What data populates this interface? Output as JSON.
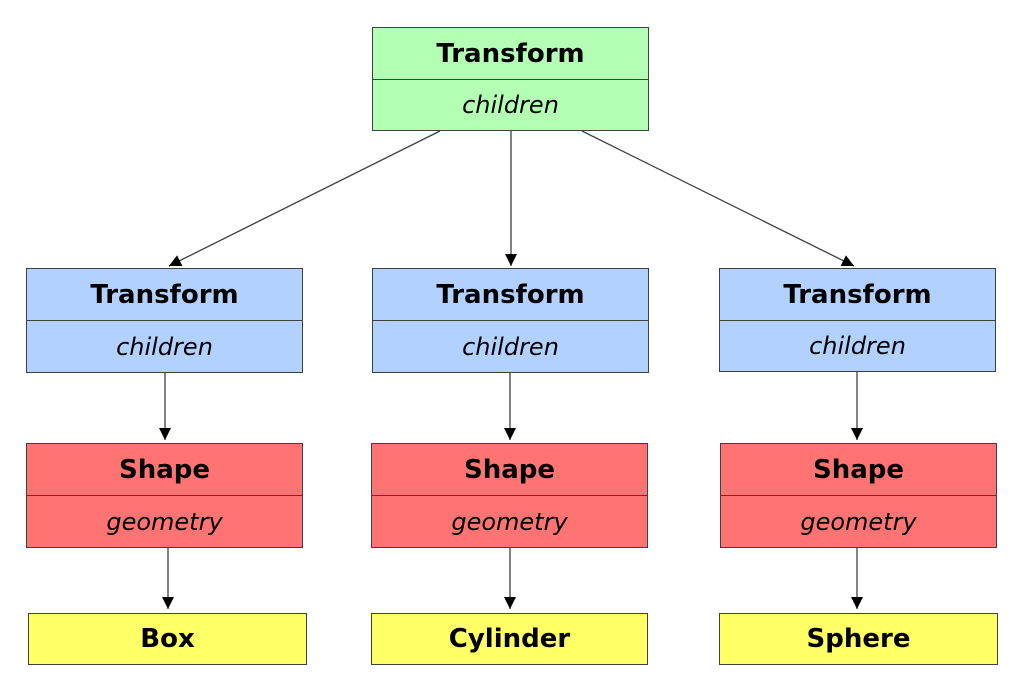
{
  "colors": {
    "root": "#b3ffb3",
    "transform": "#b3d1ff",
    "shape": "#ff7373",
    "geometry": "#ffff66",
    "edge": "#404040"
  },
  "root": {
    "title": "Transform",
    "field": "children"
  },
  "branches": [
    {
      "transform": {
        "title": "Transform",
        "field": "children"
      },
      "shape": {
        "title": "Shape",
        "field": "geometry"
      },
      "geometry": {
        "title": "Box"
      }
    },
    {
      "transform": {
        "title": "Transform",
        "field": "children"
      },
      "shape": {
        "title": "Shape",
        "field": "geometry"
      },
      "geometry": {
        "title": "Cylinder"
      }
    },
    {
      "transform": {
        "title": "Transform",
        "field": "children"
      },
      "shape": {
        "title": "Shape",
        "field": "geometry"
      },
      "geometry": {
        "title": "Sphere"
      }
    }
  ]
}
